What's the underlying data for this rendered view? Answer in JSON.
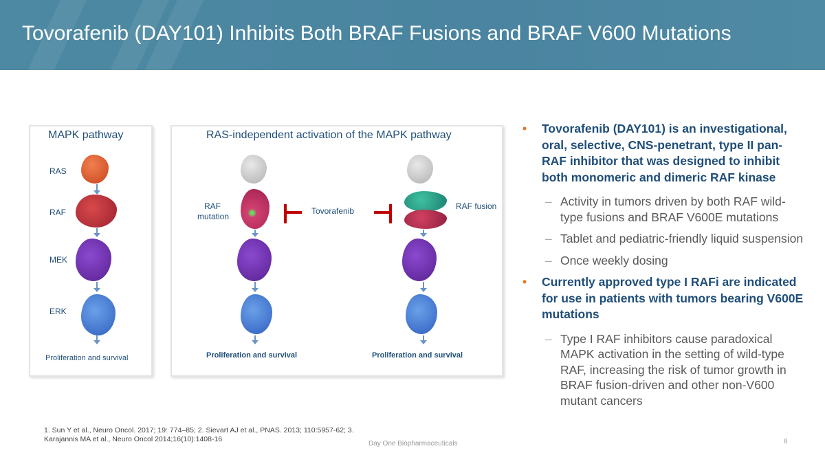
{
  "header": {
    "title": "Tovorafenib (DAY101) Inhibits Both BRAF Fusions and BRAF V600 Mutations"
  },
  "figure": {
    "left_panel": {
      "title": "MAPK pathway",
      "labels": [
        "RAS",
        "RAF",
        "MEK",
        "ERK"
      ],
      "outcome": "Proliferation and survival"
    },
    "right_panel": {
      "title": "RAS-independent activation of the MAPK pathway",
      "raf_mutation": "RAF mutation",
      "raf_fusion": "RAF fusion",
      "drug": "Tovorafenib",
      "outcome_left": "Proliferation and survival",
      "outcome_right": "Proliferation and survival"
    }
  },
  "bullets": [
    {
      "text": "Tovorafenib (DAY101) is an investigational, oral, selective, CNS-penetrant, type II pan-RAF inhibitor that was designed to inhibit both monomeric and dimeric RAF kinase",
      "sub": [
        "Activity in tumors driven by both RAF wild-type fusions and BRAF V600E mutations",
        "Tablet and pediatric-friendly liquid suspension",
        "Once weekly dosing"
      ]
    },
    {
      "text": "Currently approved type I RAFi are indicated for use in patients with tumors bearing V600E mutations",
      "sub": [
        "Type I RAF inhibitors cause paradoxical MAPK activation in the setting of wild-type RAF, increasing the risk of tumor growth in BRAF fusion-driven and other non-V600 mutant cancers"
      ]
    }
  ],
  "footer": {
    "references": "1. Sun Y et al., Neuro Oncol. 2017; 19: 774–85; 2. Sievart AJ et al., PNAS. 2013; 110:5957-62; 3. Karajannis MA et al., Neuro Oncol 2014;16(10):1408-16",
    "company": "Day One Biopharmaceuticals",
    "page": "8"
  },
  "colors": {
    "header": "#4a86a0",
    "heading_text": "#1f4e79",
    "bullet": "#e07a2c",
    "inhibitor": "#c00000"
  }
}
